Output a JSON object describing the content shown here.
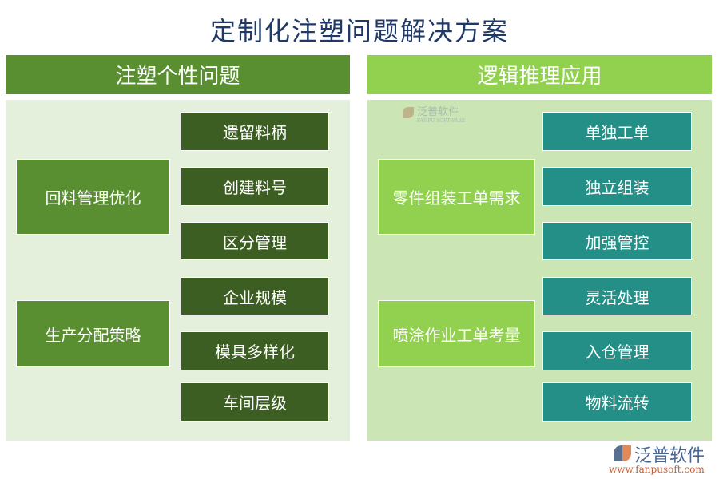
{
  "title": "定制化注塑问题解决方案",
  "colors": {
    "left_header": "#5a8f31",
    "left_body": "#e4f0dc",
    "left_child": "#3c5e22",
    "right_header": "#92d050",
    "right_body": "#cbe5b5",
    "right_child": "#238f87",
    "title": "#1f3a68"
  },
  "left": {
    "header": "注塑个性问题",
    "groups": [
      {
        "label": "回料管理优化",
        "items": [
          "遗留料柄",
          "创建料号",
          "区分管理"
        ]
      },
      {
        "label": "生产分配策略",
        "items": [
          "企业规模",
          "模具多样化",
          "车间层级"
        ]
      }
    ]
  },
  "right": {
    "header": "逻辑推理应用",
    "groups": [
      {
        "label": "零件组装工单需求",
        "items": [
          "单独工单",
          "独立组装",
          "加强管控"
        ]
      },
      {
        "label": "喷涂作业工单考量",
        "items": [
          "灵活处理",
          "入仓管理",
          "物料流转"
        ]
      }
    ]
  },
  "watermark": {
    "name": "泛普软件",
    "sub": "FANPU SOFTWARE"
  },
  "logo": {
    "name": "泛普软件",
    "url": "www.fanpusoft.com"
  }
}
